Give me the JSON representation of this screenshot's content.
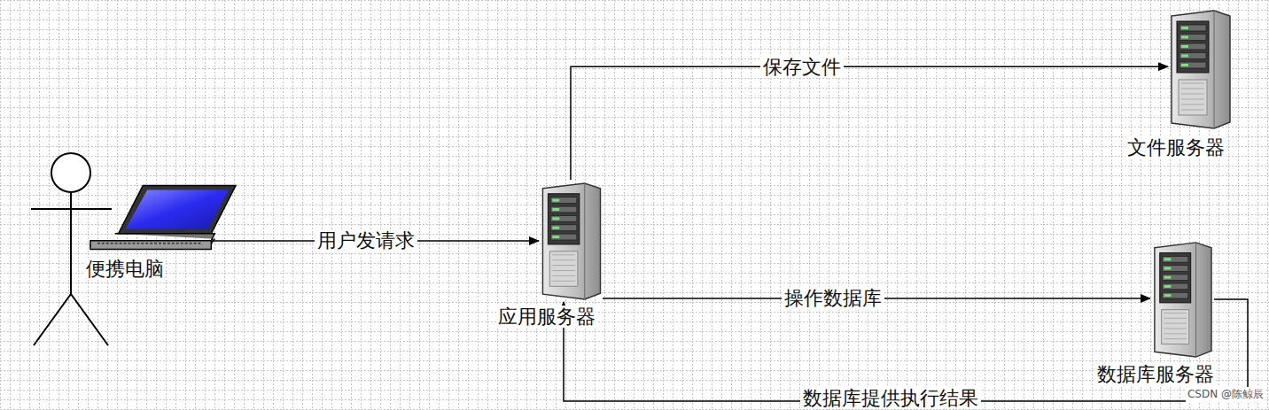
{
  "diagram": {
    "nodes": [
      {
        "text": [
          "便携电脑"
        ]
      },
      {
        "text": [
          "应用服务器"
        ]
      },
      {
        "text": [
          "文件服务器"
        ]
      },
      {
        "text": [
          "数据库服务器"
        ]
      }
    ],
    "edges": [
      {
        "from": 0,
        "to": 1,
        "label": "用户发请求",
        "arrow": "to"
      },
      {
        "from": 1,
        "to": 2,
        "label": "保存文件",
        "arrow": "to"
      },
      {
        "from": 1,
        "to": 3,
        "label": "操作数据库",
        "arrow": "to"
      },
      {
        "from": 3,
        "to": 1,
        "label": "数据库提供执行结果",
        "arrow": "to"
      }
    ],
    "labels": [
      "CSDN @陈鲸辰"
    ]
  }
}
